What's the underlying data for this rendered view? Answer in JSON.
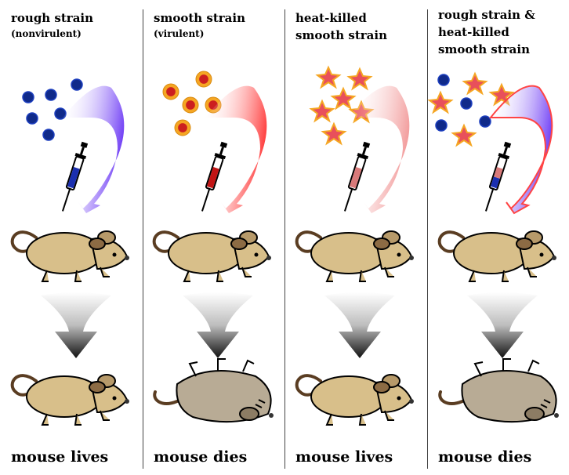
{
  "panels": [
    {
      "title": [
        "rough strain"
      ],
      "subtitle": "(nonvirulent)",
      "outcome": "mouse lives"
    },
    {
      "title": [
        "smooth strain"
      ],
      "subtitle": "(virulent)",
      "outcome": "mouse dies"
    },
    {
      "title": [
        "heat-killed",
        "smooth strain"
      ],
      "subtitle": "",
      "outcome": "mouse lives"
    },
    {
      "title": [
        "rough strain &",
        "heat-killed",
        "smooth strain"
      ],
      "subtitle": "",
      "outcome": "mouse dies"
    }
  ],
  "colors": {
    "rough_bacteria": "#102a8a",
    "smooth_bacteria": "#cc1f1f",
    "smooth_capsule": "#f5a623",
    "heat_killed_star": "#e8505b",
    "arrow_blue": "#6f3df5",
    "arrow_red": "#ff3b3b",
    "arrow_pink": "#f29a9a",
    "mouse_live": "#d8bf8a",
    "mouse_dead": "#b8ab95"
  }
}
